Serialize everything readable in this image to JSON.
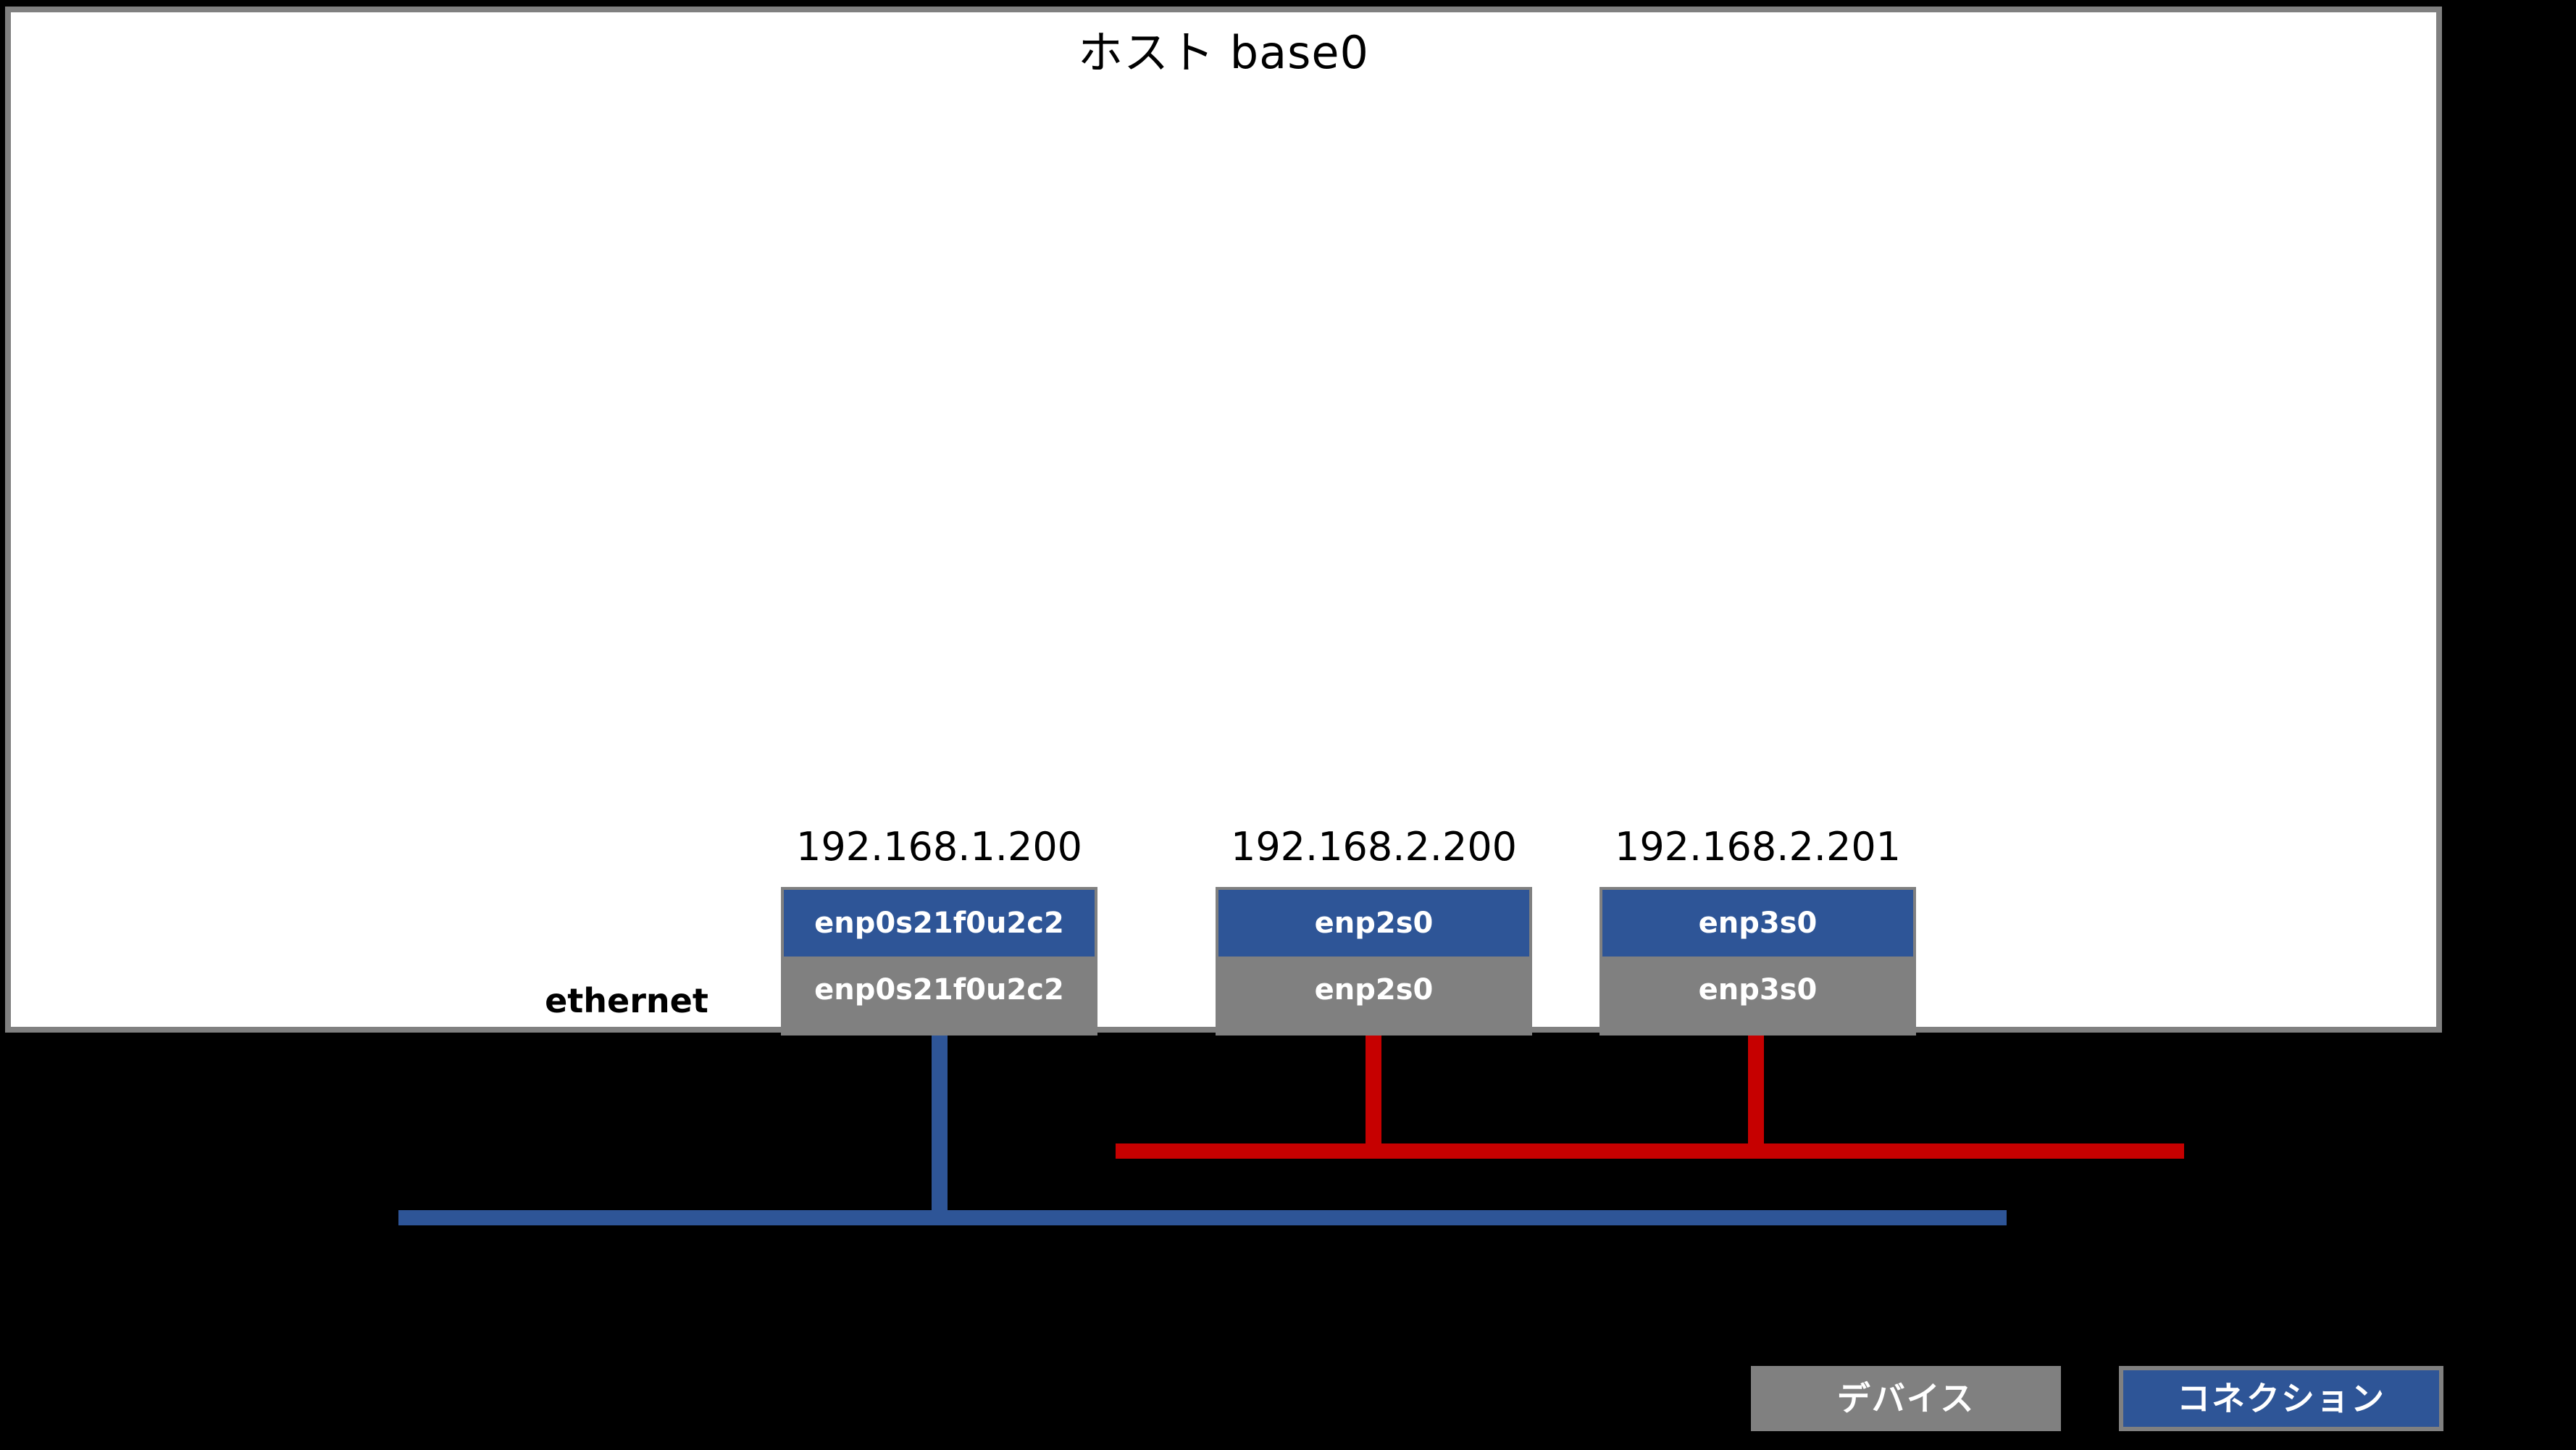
{
  "host": {
    "title": "ホスト base0",
    "row_label": "ethernet"
  },
  "interfaces": [
    {
      "ip": "192.168.1.200",
      "connection_name": "enp0s21f0u2c2",
      "device_name": "enp0s21f0u2c2",
      "bus": "blue"
    },
    {
      "ip": "192.168.2.200",
      "connection_name": "enp2s0",
      "device_name": "enp2s0",
      "bus": "red"
    },
    {
      "ip": "192.168.2.201",
      "connection_name": "enp3s0",
      "device_name": "enp3s0",
      "bus": "red"
    }
  ],
  "legend": {
    "device_label": "デバイス",
    "connection_label": "コネクション"
  },
  "colors": {
    "connection_blue": "#2E5597",
    "device_gray": "#808080",
    "segment_red": "#C60000",
    "background": "#000000",
    "panel": "#ffffff"
  }
}
